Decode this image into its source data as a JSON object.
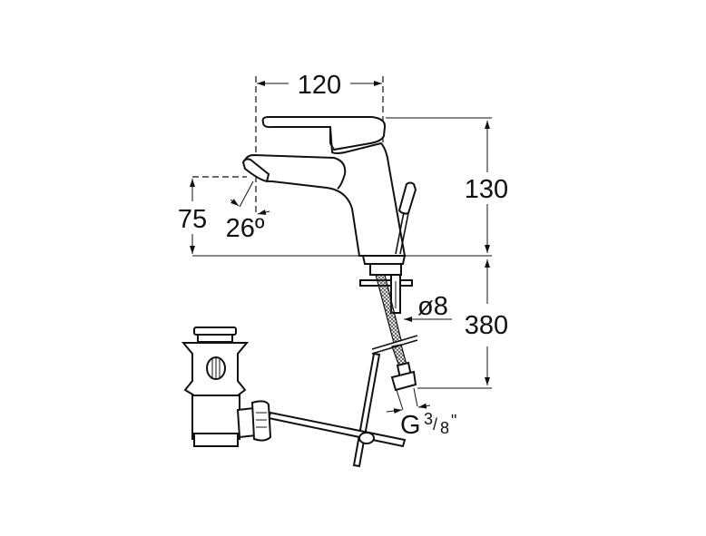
{
  "drawing": {
    "dimensions": {
      "width_top": "120",
      "height_total": "130",
      "spout_height": "75",
      "spout_angle": "26º",
      "hose_diameter": "ø8",
      "hose_length": "380",
      "thread_prefix": "G",
      "thread_num": "3",
      "thread_den": "8",
      "thread_suffix": "\""
    }
  }
}
